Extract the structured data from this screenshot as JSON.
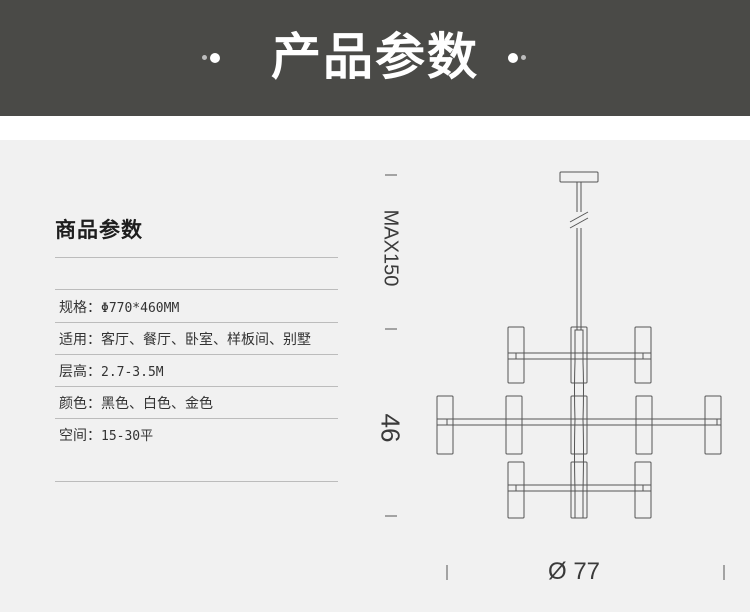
{
  "banner": {
    "title": "产品参数"
  },
  "section": {
    "title": "商品参数"
  },
  "specs": [
    {
      "label": "规格：",
      "value": "Φ770*460MM"
    },
    {
      "label": "适用：",
      "value": "客厅、餐厅、卧室、样板间、别墅"
    },
    {
      "label": "层高：",
      "value": "2.7-3.5M"
    },
    {
      "label": "颜色：",
      "value": "黑色、白色、金色"
    },
    {
      "label": "空间：",
      "value": "15-30平"
    }
  ],
  "dimensions": {
    "max_label": "MAX150",
    "height_label": "46",
    "diameter_label": "Ø 77"
  }
}
